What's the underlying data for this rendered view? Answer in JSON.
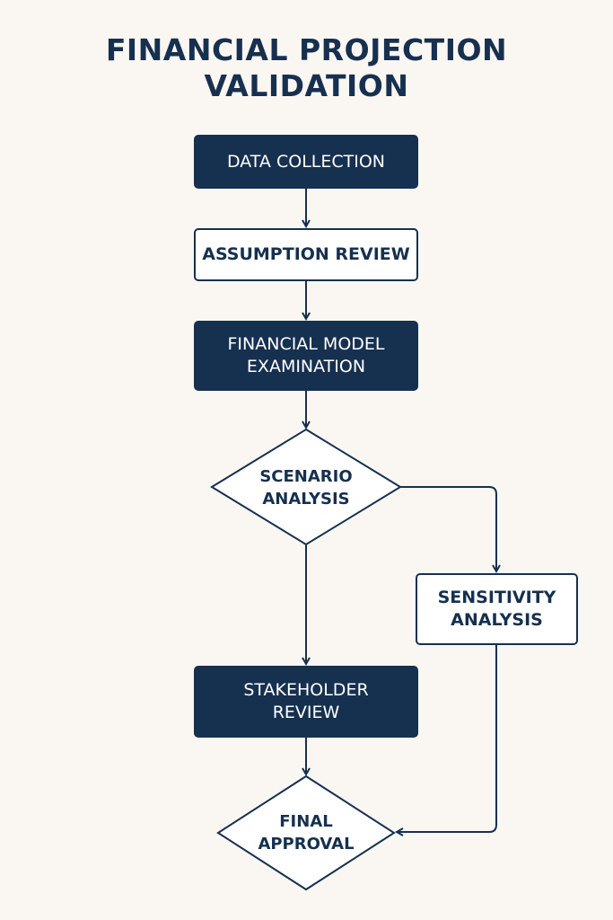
{
  "title": {
    "line1": "FINANCIAL PROJECTION",
    "line2": "VALIDATION"
  },
  "nodes": {
    "data_collection": {
      "label": "DATA COLLECTION",
      "shape": "rect",
      "style": "filled"
    },
    "assumption_review": {
      "label": "ASSUMPTION REVIEW",
      "shape": "rect",
      "style": "outline"
    },
    "financial_model": {
      "line1": "FINANCIAL MODEL",
      "line2": "EXAMINATION",
      "shape": "rect",
      "style": "filled"
    },
    "scenario_analysis": {
      "line1": "SCENARIO",
      "line2": "ANALYSIS",
      "shape": "diamond",
      "style": "outline"
    },
    "sensitivity_analysis": {
      "line1": "SENSITIVITY",
      "line2": "ANALYSIS",
      "shape": "rect",
      "style": "outline"
    },
    "stakeholder_review": {
      "line1": "STAKEHOLDER",
      "line2": "REVIEW",
      "shape": "rect",
      "style": "filled"
    },
    "final_approval": {
      "line1": "FINAL",
      "line2": "APPROVAL",
      "shape": "diamond",
      "style": "outline"
    }
  },
  "edges": [
    {
      "from": "DATA COLLECTION",
      "to": "ASSUMPTION REVIEW"
    },
    {
      "from": "ASSUMPTION REVIEW",
      "to": "FINANCIAL MODEL EXAMINATION"
    },
    {
      "from": "FINANCIAL MODEL EXAMINATION",
      "to": "SCENARIO ANALYSIS"
    },
    {
      "from": "SCENARIO ANALYSIS",
      "to": "STAKEHOLDER REVIEW"
    },
    {
      "from": "SCENARIO ANALYSIS",
      "to": "SENSITIVITY ANALYSIS"
    },
    {
      "from": "STAKEHOLDER REVIEW",
      "to": "FINAL APPROVAL"
    },
    {
      "from": "SENSITIVITY ANALYSIS",
      "to": "FINAL APPROVAL"
    }
  ],
  "colors": {
    "primary": "#16304f",
    "background": "#faf7f2",
    "box_fill_light": "#ffffff",
    "text_on_dark": "#ffffff"
  }
}
